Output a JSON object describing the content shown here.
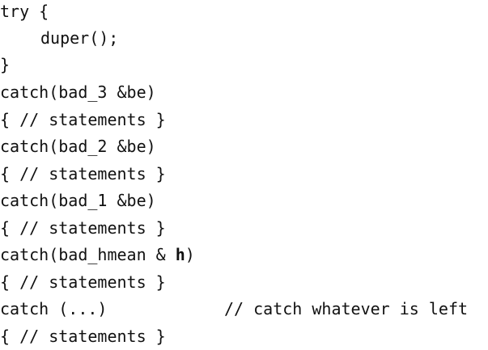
{
  "code": {
    "line_try": "try {",
    "line_call": "duper();",
    "line_close": "}",
    "catch_3": "catch(bad_3 &be)",
    "stmt_3": "{ // statements }",
    "catch_2": "catch(bad_2 &be)",
    "stmt_2": "{ // statements }",
    "catch_1": "catch(bad_1 &be)",
    "stmt_1": "{ // statements }",
    "catch_hmean_prefix": "catch(bad_hmean & ",
    "catch_hmean_var": "h",
    "catch_hmean_suffix": ")",
    "stmt_hmean": "{ // statements }",
    "catch_all": "catch (...)",
    "catch_all_comment": "// catch whatever is left",
    "stmt_all": "{ // statements }"
  }
}
